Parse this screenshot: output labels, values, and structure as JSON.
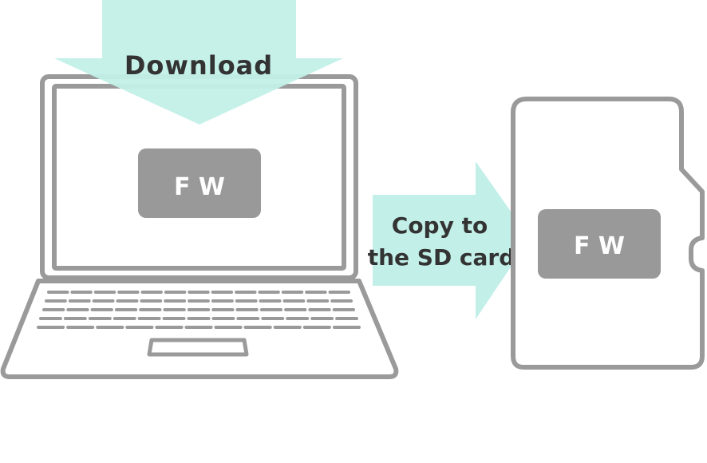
{
  "download_arrow": {
    "label": "Download"
  },
  "laptop": {
    "badge_label": "F W"
  },
  "copy_arrow": {
    "label_line1": "Copy to",
    "label_line2": "the SD card"
  },
  "sd_card": {
    "badge_label": "F W"
  },
  "colors": {
    "arrow_fill": "#c2f0e8",
    "outline": "#9a9a9a",
    "badge_fill": "#999999",
    "label_text": "#333333",
    "badge_text": "#ffffff",
    "background": "#ffffff"
  }
}
